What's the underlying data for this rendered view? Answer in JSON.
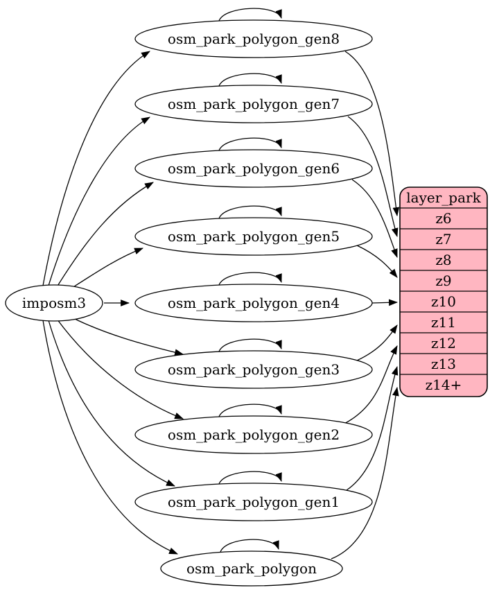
{
  "diagram": {
    "source": {
      "label": "imposm3"
    },
    "tables": [
      {
        "label": "osm_park_polygon_gen8",
        "from_source": true,
        "self_loop": true,
        "maps_to_zoom": "z6"
      },
      {
        "label": "osm_park_polygon_gen7",
        "from_source": true,
        "self_loop": true,
        "maps_to_zoom": "z7"
      },
      {
        "label": "osm_park_polygon_gen6",
        "from_source": true,
        "self_loop": true,
        "maps_to_zoom": "z8"
      },
      {
        "label": "osm_park_polygon_gen5",
        "from_source": true,
        "self_loop": true,
        "maps_to_zoom": "z9"
      },
      {
        "label": "osm_park_polygon_gen4",
        "from_source": true,
        "self_loop": true,
        "maps_to_zoom": "z10"
      },
      {
        "label": "osm_park_polygon_gen3",
        "from_source": true,
        "self_loop": true,
        "maps_to_zoom": "z11"
      },
      {
        "label": "osm_park_polygon_gen2",
        "from_source": true,
        "self_loop": true,
        "maps_to_zoom": "z12"
      },
      {
        "label": "osm_park_polygon_gen1",
        "from_source": true,
        "self_loop": true,
        "maps_to_zoom": "z13"
      },
      {
        "label": "osm_park_polygon",
        "from_source": true,
        "self_loop": true,
        "maps_to_zoom": "z14+"
      }
    ],
    "layer_table": {
      "header": "layer_park",
      "rows": [
        "z6",
        "z7",
        "z8",
        "z9",
        "z10",
        "z11",
        "z12",
        "z13",
        "z14+"
      ],
      "fill_color": "#ffb6c1",
      "stroke_color": "#000000"
    }
  }
}
